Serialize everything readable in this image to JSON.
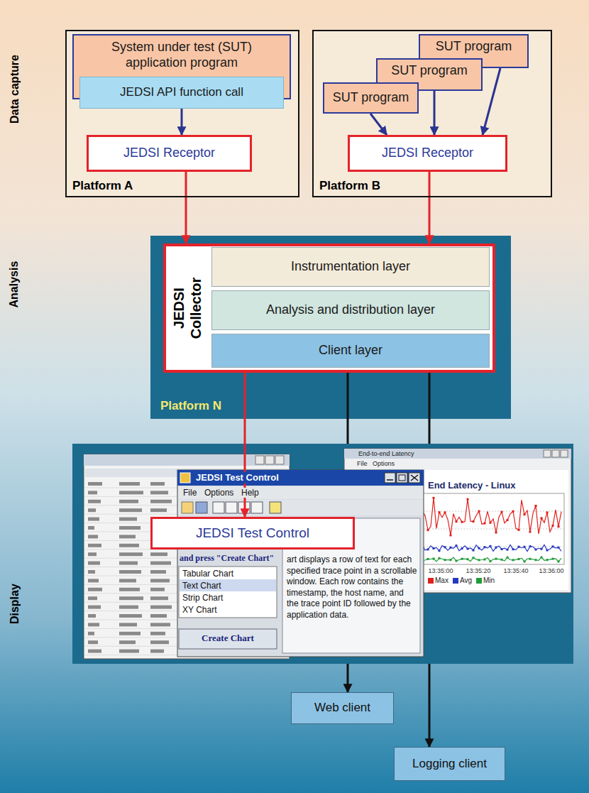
{
  "diagram": {
    "nodes": [
      {
        "text": [
          "Platform A"
        ]
      },
      {
        "text": [
          "System under test (SUT) application program"
        ],
        "in": 0
      },
      {
        "text": [
          "JEDSI API function call"
        ],
        "in": 0
      },
      {
        "text": [
          "JEDSI Receptor"
        ],
        "in": 0
      },
      {
        "text": [
          "Platform B"
        ]
      },
      {
        "text": [
          "SUT program"
        ],
        "in": 4
      },
      {
        "text": [
          "SUT program"
        ],
        "in": 4
      },
      {
        "text": [
          "SUT program"
        ],
        "in": 4
      },
      {
        "text": [
          "JEDSI Receptor"
        ],
        "in": 4
      },
      {
        "text": [
          "Platform N"
        ]
      },
      {
        "text": [
          "JEDSI Collector"
        ],
        "in": 9
      },
      {
        "text": [
          "Instrumentation layer"
        ],
        "in": 10
      },
      {
        "text": [
          "Analysis and distribution layer"
        ],
        "in": 10
      },
      {
        "text": [
          "Client layer"
        ],
        "in": 10
      },
      {
        "text": [
          "JEDSI Test Control"
        ]
      },
      {
        "text": [
          "Web client"
        ]
      },
      {
        "text": [
          "Logging client"
        ]
      }
    ],
    "edges": [
      {
        "from": 2,
        "to": 3,
        "arrow": "to"
      },
      {
        "from": 7,
        "to": 8,
        "arrow": "to"
      },
      {
        "from": 6,
        "to": 8,
        "arrow": "to"
      },
      {
        "from": 5,
        "to": 8,
        "arrow": "to"
      },
      {
        "from": 3,
        "to": 10,
        "arrow": "to"
      },
      {
        "from": 8,
        "to": 10,
        "arrow": "to"
      },
      {
        "from": 10,
        "to": 14,
        "arrow": "to"
      },
      {
        "from": 13,
        "to": 15,
        "arrow": "to"
      },
      {
        "from": 13,
        "to": 16,
        "arrow": "to"
      }
    ],
    "labels": [
      "Data capture",
      "Analysis",
      "Display",
      "JEDSI Test Control",
      "File",
      "Options",
      "Help",
      "and press \"Create Chart\"",
      "Tabular Chart",
      "Text Chart",
      "Strip Chart",
      "XY Chart",
      "Create Chart",
      "art displays a row of text for each specified trace point in a scrollable window. Each row contains the timestamp, the host name, and the trace point ID followed by the application data.",
      "End-to-end Latency",
      "File",
      "Options",
      "End Latency - Linux",
      "13:35:00",
      "13:35:20",
      "13:35:40",
      "13:36:00"
    ],
    "legend": [
      {
        "text": "Max",
        "color": "#e0201c"
      },
      {
        "text": "Avg",
        "color": "#2838c0"
      },
      {
        "text": "Min",
        "color": "#1f9d3a"
      }
    ]
  }
}
